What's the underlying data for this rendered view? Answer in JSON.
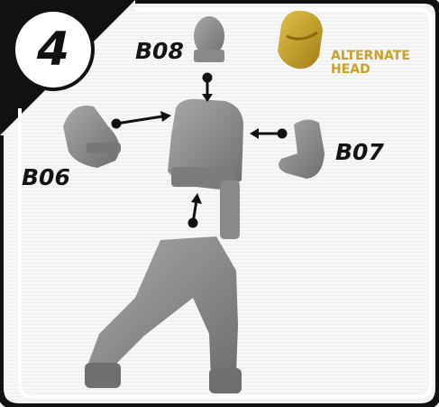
{
  "step": {
    "number": "4"
  },
  "parts": {
    "head": {
      "code": "B08"
    },
    "right_arm": {
      "code": "B07"
    },
    "left_arm": {
      "code": "B06"
    },
    "alternate_head": {
      "line1": "ALTERNATE",
      "line2": "HEAD"
    }
  },
  "colors": {
    "frame": "#111111",
    "accent_gold": "#c9a22a",
    "miniature_gray": "#8e8e8e"
  }
}
